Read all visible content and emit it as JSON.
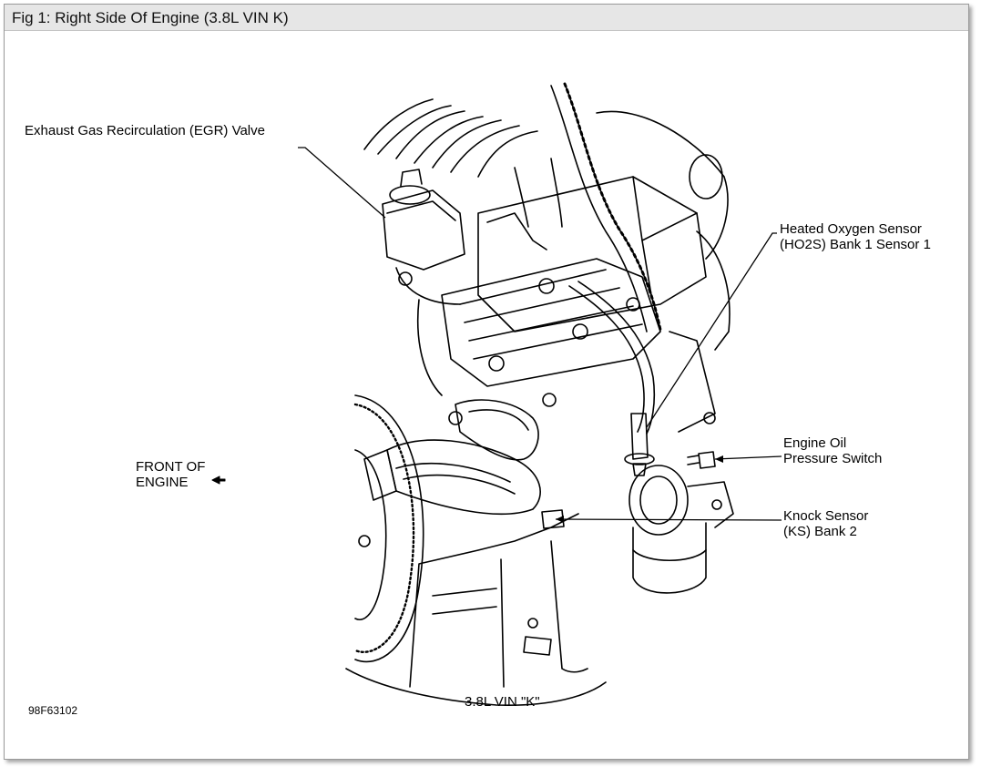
{
  "figure": {
    "title": "Fig 1: Right Side Of Engine (3.8L VIN K)",
    "caption": "3.8L VIN \"K\"",
    "image_code": "98F63102"
  },
  "callouts": {
    "egr_valve": "Exhaust Gas Recirculation (EGR) Valve",
    "ho2s_line1": "Heated Oxygen Sensor",
    "ho2s_line2": "(HO2S) Bank 1 Sensor 1",
    "oil_switch_line1": "Engine Oil",
    "oil_switch_line2": "Pressure Switch",
    "knock_line1": "Knock Sensor",
    "knock_line2": "(KS) Bank 2",
    "front_line1": "FRONT OF",
    "front_line2": "ENGINE"
  },
  "icons": {
    "front_arrow": "arrow-left-icon"
  },
  "colors": {
    "titlebar": "#e6e6e6",
    "line": "#000000"
  }
}
